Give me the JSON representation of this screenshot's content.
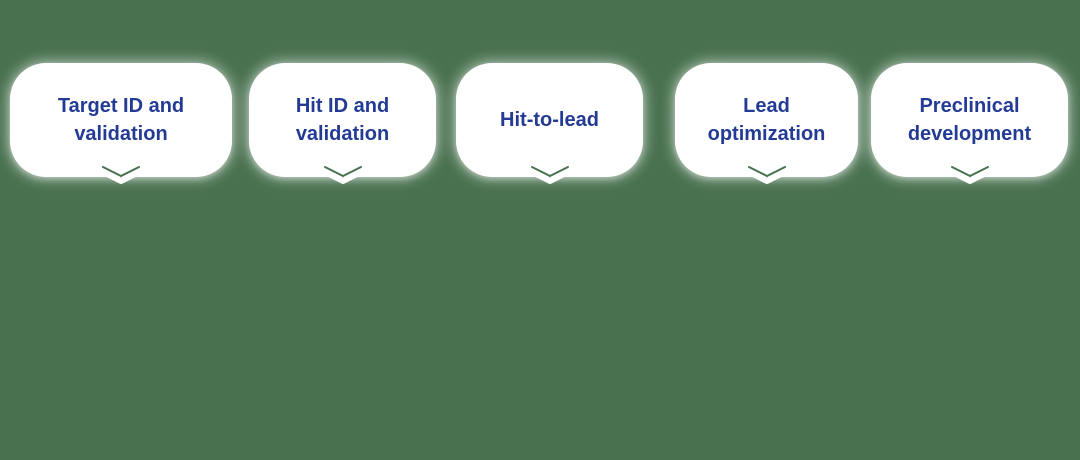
{
  "diagram": {
    "stages": [
      {
        "label": "Target ID and validation"
      },
      {
        "label": "Hit ID and validation"
      },
      {
        "label": "Hit-to-lead"
      },
      {
        "label": "Lead optimization"
      },
      {
        "label": "Preclinical development"
      }
    ],
    "icons": {
      "stage_connector": "chevron-down-icon"
    },
    "colors": {
      "background": "#48714F",
      "card": "#FFFFFF",
      "text": "#233B94"
    }
  }
}
